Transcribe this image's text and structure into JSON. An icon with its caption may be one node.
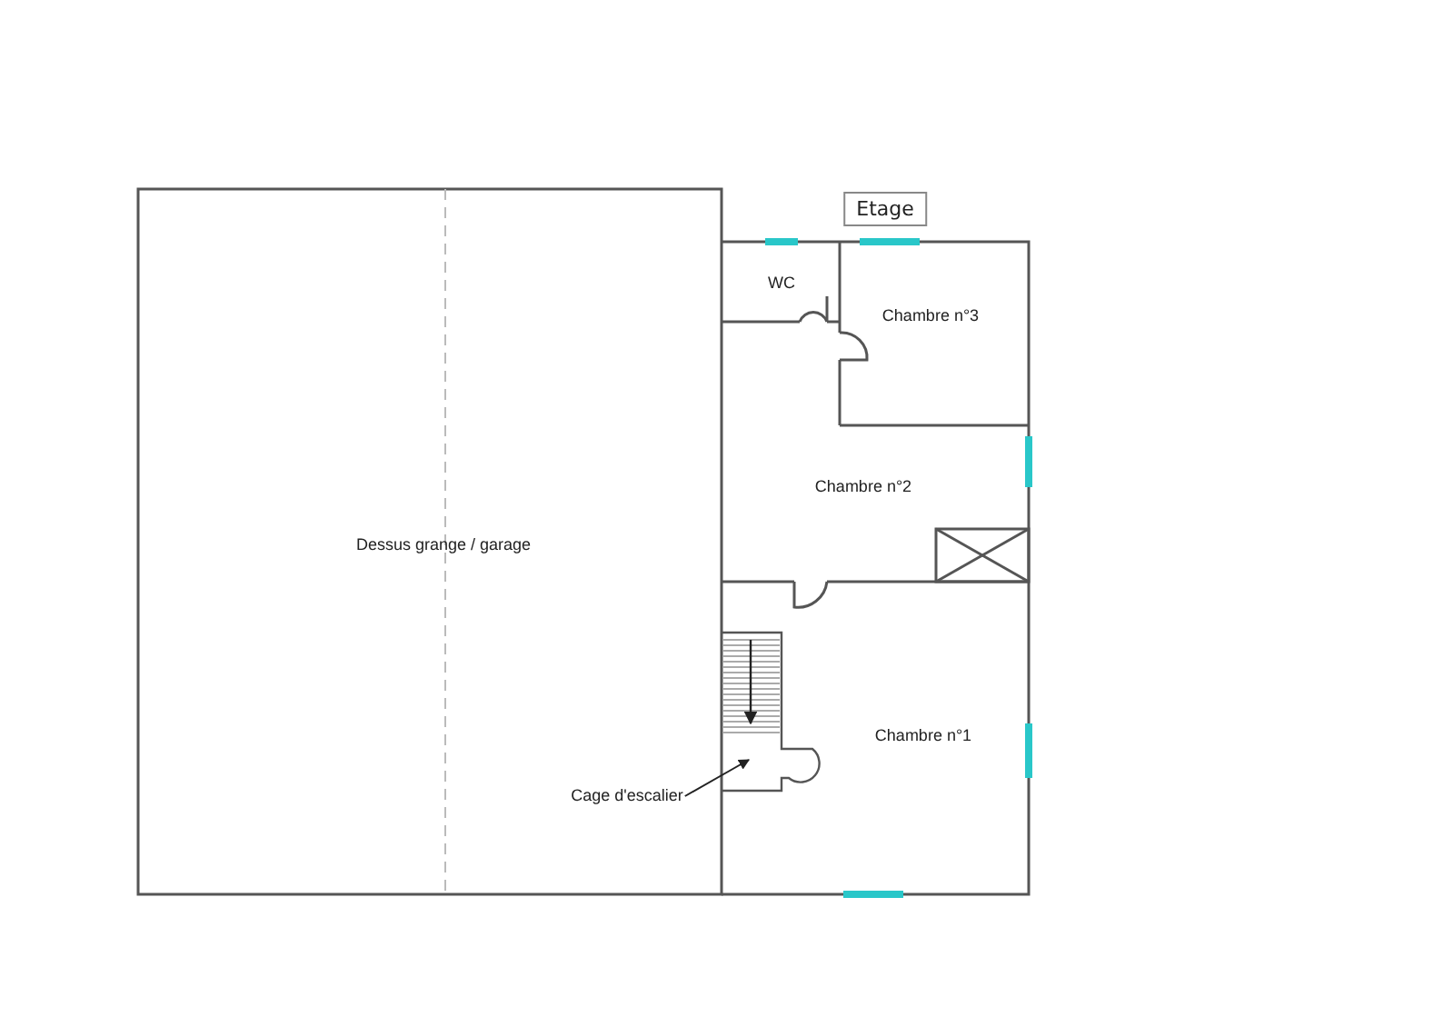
{
  "diagram": {
    "nodes": [
      {
        "text": [
          "Dessus grange / garage"
        ]
      },
      {
        "text": [
          "Etage"
        ]
      },
      {
        "text": [
          "WC"
        ]
      },
      {
        "text": [
          "Chambre n°3"
        ]
      },
      {
        "text": [
          "Chambre n°2"
        ]
      },
      {
        "text": [
          "Chambre n°1"
        ]
      },
      {
        "text": [
          "Cage d'escalier"
        ]
      },
      {
        "text": [],
        "shape": "box"
      }
    ],
    "edges": [
      {
        "from": 6,
        "to": 7,
        "arrow": "to"
      }
    ]
  }
}
